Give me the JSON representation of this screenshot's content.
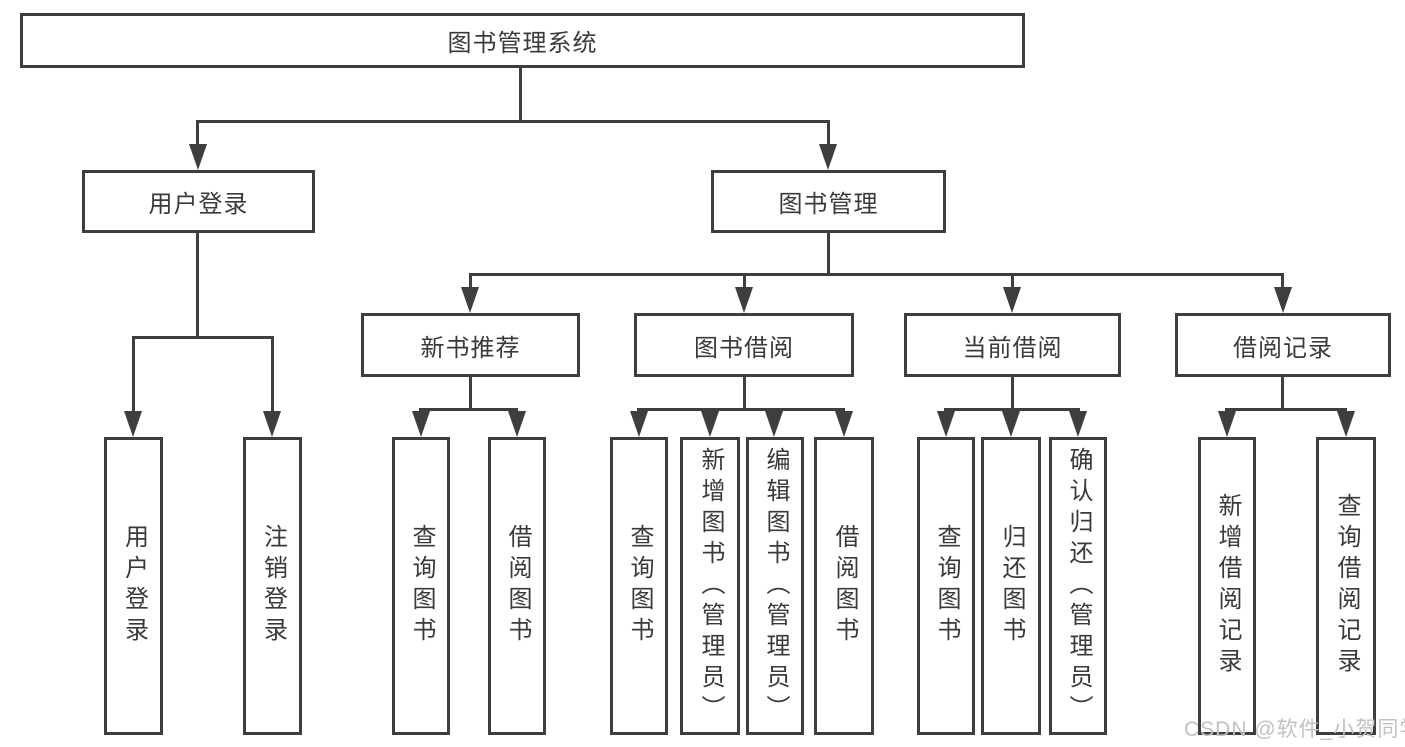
{
  "diagram": {
    "root": {
      "label": "图书管理系统",
      "children": [
        {
          "label": "用户登录",
          "children": [
            {
              "label": "用户登录"
            },
            {
              "label": "注销登录"
            }
          ]
        },
        {
          "label": "图书管理",
          "children": [
            {
              "label": "新书推荐",
              "children": [
                {
                  "label": "查询图书"
                },
                {
                  "label": "借阅图书"
                }
              ]
            },
            {
              "label": "图书借阅",
              "children": [
                {
                  "label": "查询图书"
                },
                {
                  "label": "新增图书（管理员）"
                },
                {
                  "label": "编辑图书（管理员）"
                },
                {
                  "label": "借阅图书"
                }
              ]
            },
            {
              "label": "当前借阅",
              "children": [
                {
                  "label": "查询图书"
                },
                {
                  "label": "归还图书"
                },
                {
                  "label": "确认归还（管理员）"
                }
              ]
            },
            {
              "label": "借阅记录",
              "children": [
                {
                  "label": "新增借阅记录"
                },
                {
                  "label": "查询借阅记录"
                }
              ]
            }
          ]
        }
      ]
    }
  },
  "watermark": {
    "text": "CSDN @软件_小贺同学"
  },
  "colors": {
    "line": "#3e3e3e",
    "text": "#3a3a3a",
    "watermark": "#c2c2c2",
    "background": "#ffffff"
  }
}
